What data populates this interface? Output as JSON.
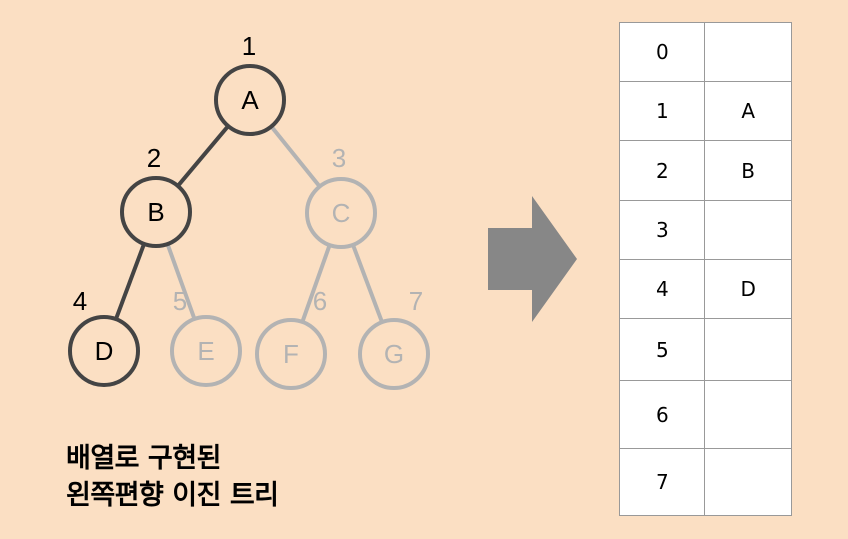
{
  "tree": {
    "nodes": [
      {
        "id": "A",
        "label": "A",
        "index": "1",
        "active": true
      },
      {
        "id": "B",
        "label": "B",
        "index": "2",
        "active": true
      },
      {
        "id": "C",
        "label": "C",
        "index": "3",
        "active": false
      },
      {
        "id": "D",
        "label": "D",
        "index": "4",
        "active": true
      },
      {
        "id": "E",
        "label": "E",
        "index": "5",
        "active": false
      },
      {
        "id": "F",
        "label": "F",
        "index": "6",
        "active": false
      },
      {
        "id": "G",
        "label": "G",
        "index": "7",
        "active": false
      }
    ],
    "edges": [
      {
        "from": "A",
        "to": "B",
        "active": true
      },
      {
        "from": "A",
        "to": "C",
        "active": false
      },
      {
        "from": "B",
        "to": "D",
        "active": true
      },
      {
        "from": "B",
        "to": "E",
        "active": false
      },
      {
        "from": "C",
        "to": "F",
        "active": false
      },
      {
        "from": "C",
        "to": "G",
        "active": false
      }
    ]
  },
  "array": {
    "rows": [
      {
        "index": "0",
        "value": ""
      },
      {
        "index": "1",
        "value": "A"
      },
      {
        "index": "2",
        "value": "B"
      },
      {
        "index": "3",
        "value": ""
      },
      {
        "index": "4",
        "value": "D"
      },
      {
        "index": "5",
        "value": ""
      },
      {
        "index": "6",
        "value": ""
      },
      {
        "index": "7",
        "value": ""
      }
    ]
  },
  "caption": {
    "line1": "배열로 구현된",
    "line2": "왼쪽편향 이진 트리"
  },
  "colors": {
    "background": "#fbdfc3",
    "active": "#444444",
    "inactive": "#b3b3b3",
    "arrow": "#878787",
    "node_fill": "#fbdfc3",
    "table_border": "#999999"
  },
  "icons": {
    "arrow": "right-arrow-icon"
  }
}
